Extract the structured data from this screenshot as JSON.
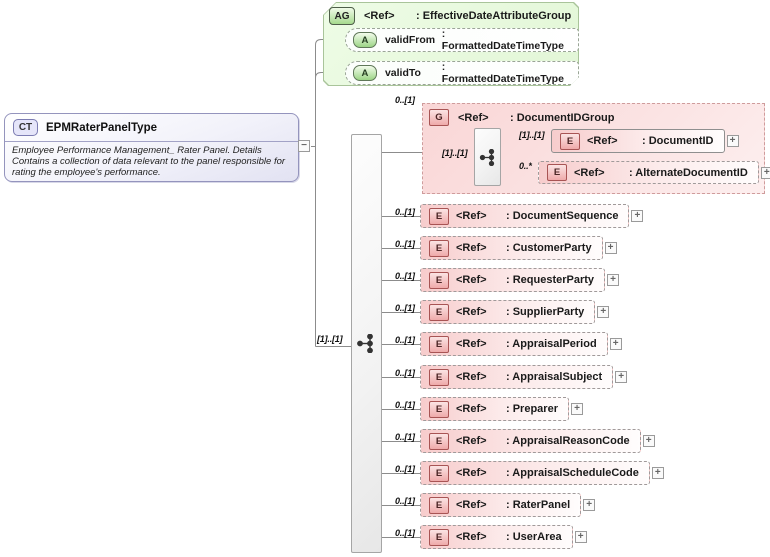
{
  "attribute_group": {
    "icon": "AG",
    "ref": "<Ref>",
    "name": ": EffectiveDateAttributeGroup",
    "attributes": [
      {
        "icon": "A",
        "name": "validFrom",
        "type": ": FormattedDateTimeType"
      },
      {
        "icon": "A",
        "name": "validTo",
        "type": ": FormattedDateTimeType"
      }
    ]
  },
  "complex_type": {
    "icon": "CT",
    "title": "EPMRaterPanelType",
    "description_line1": "Employee Performance Management_ Rater Panel. Details",
    "description_line2": "Contains a collection of data relevant to the panel responsible for rating the employee's performance.",
    "collapse_glyph": "−"
  },
  "sequence": {
    "mult": "[1]..[1]"
  },
  "document_id_group": {
    "mult": "0..[1]",
    "icon": "G",
    "ref": "<Ref>",
    "name": ": DocumentIDGroup",
    "inner_sequence_mult": "[1]..[1]",
    "children": [
      {
        "mult": "[1]..[1]",
        "icon": "E",
        "ref": "<Ref>",
        "name": ": DocumentID",
        "optional": false,
        "expand_glyph": "+"
      },
      {
        "mult": "0..*",
        "icon": "E",
        "ref": "<Ref>",
        "name": ": AlternateDocumentID",
        "optional": true,
        "expand_glyph": "+"
      }
    ]
  },
  "elements": [
    {
      "mult": "0..[1]",
      "icon": "E",
      "ref": "<Ref>",
      "name": ": DocumentSequence"
    },
    {
      "mult": "0..[1]",
      "icon": "E",
      "ref": "<Ref>",
      "name": ": CustomerParty"
    },
    {
      "mult": "0..[1]",
      "icon": "E",
      "ref": "<Ref>",
      "name": ": RequesterParty"
    },
    {
      "mult": "0..[1]",
      "icon": "E",
      "ref": "<Ref>",
      "name": ": SupplierParty"
    },
    {
      "mult": "0..[1]",
      "icon": "E",
      "ref": "<Ref>",
      "name": ": AppraisalPeriod"
    },
    {
      "mult": "0..[1]",
      "icon": "E",
      "ref": "<Ref>",
      "name": ": AppraisalSubject"
    },
    {
      "mult": "0..[1]",
      "icon": "E",
      "ref": "<Ref>",
      "name": ": Preparer"
    },
    {
      "mult": "0..[1]",
      "icon": "E",
      "ref": "<Ref>",
      "name": ": AppraisalReasonCode"
    },
    {
      "mult": "0..[1]",
      "icon": "E",
      "ref": "<Ref>",
      "name": ": AppraisalScheduleCode"
    },
    {
      "mult": "0..[1]",
      "icon": "E",
      "ref": "<Ref>",
      "name": ": RaterPanel"
    },
    {
      "mult": "0..[1]",
      "icon": "E",
      "ref": "<Ref>",
      "name": ": UserArea"
    }
  ],
  "expand_glyph": "+",
  "colors": {
    "group_green_fill": "#e8f9de",
    "element_pink_fill": "#f7cccc",
    "complex_type_lavender": "#e2e2f2",
    "icon_red_border": "#a85454",
    "icon_green": "#9cd586",
    "wire_gray": "#8c8c8c"
  }
}
